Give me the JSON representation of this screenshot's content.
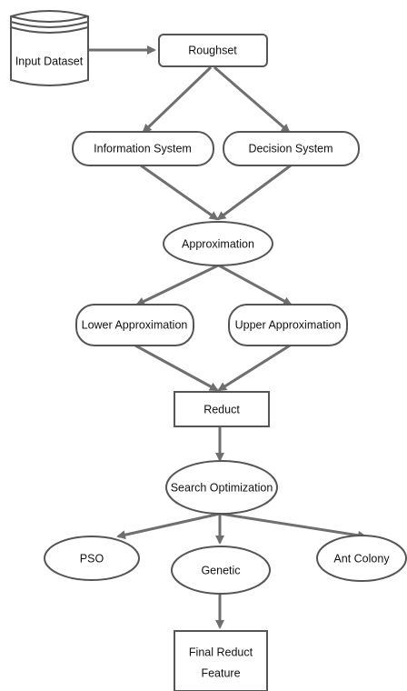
{
  "nodes": {
    "input_dataset": "Input Dataset",
    "roughset": "Roughset",
    "information_system": "Information System",
    "decision_system": "Decision System",
    "approximation": "Approximation",
    "lower_approximation": "Lower Approximation",
    "upper_approximation": "Upper Approximation",
    "reduct": "Reduct",
    "search_optimization": "Search Optimization",
    "pso": "PSO",
    "genetic": "Genetic",
    "ant_colony": "Ant Colony",
    "final_reduct_line1": "Final Reduct",
    "final_reduct_line2": "Feature"
  },
  "colors": {
    "stroke": "#555555",
    "edge": "#6f6f6f",
    "text": "#111111"
  }
}
